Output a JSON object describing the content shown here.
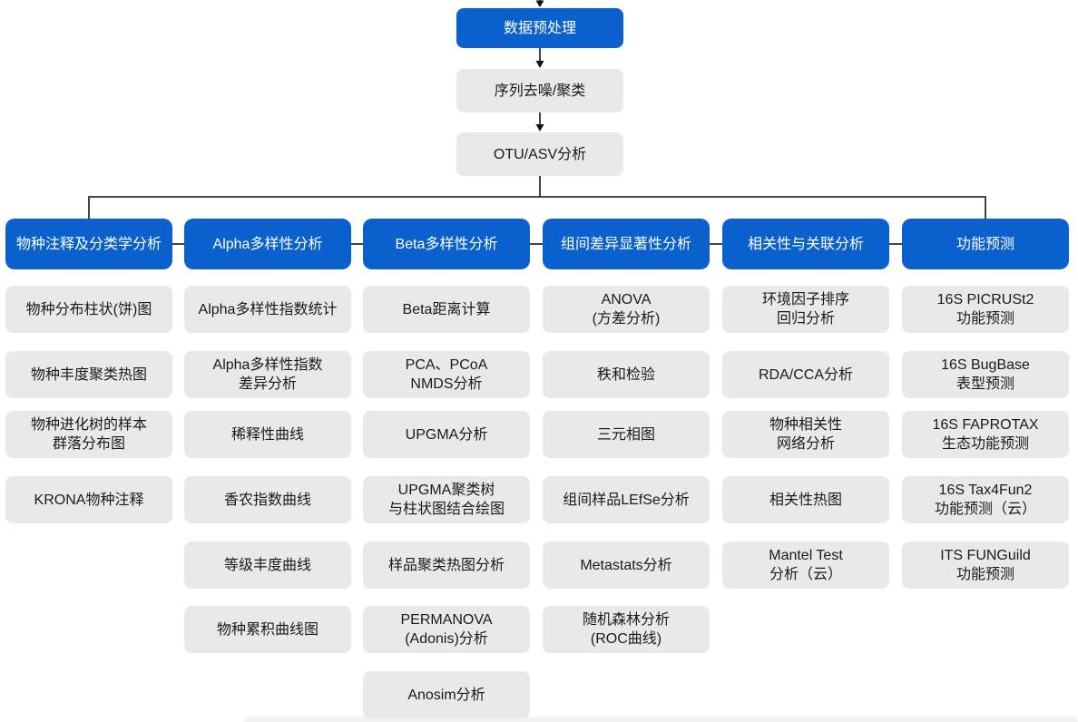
{
  "colors": {
    "accent_blue": "#0a61cd",
    "box_gray": "#e9e9e9",
    "line": "#2f2f2f",
    "arrow": "#111111",
    "text_dark": "#1a1a1a",
    "text_light": "#ffffff",
    "cropped_strip": "#f2f2f2"
  },
  "top_flow": {
    "nodes": [
      {
        "label": "数据预处理"
      },
      {
        "label": "序列去噪/聚类"
      },
      {
        "label": "OTU/ASV分析"
      }
    ]
  },
  "columns": [
    {
      "key": "taxonomy-annotation",
      "header": "物种注释及分类学分析",
      "items": [
        "物种分布柱状(饼)图",
        "物种丰度聚类热图",
        "物种进化树的样本\n群落分布图",
        "KRONA物种注释"
      ]
    },
    {
      "key": "alpha-diversity",
      "header": "Alpha多样性分析",
      "items": [
        "Alpha多样性指数统计",
        "Alpha多样性指数\n差异分析",
        "稀释性曲线",
        "香农指数曲线",
        "等级丰度曲线",
        "物种累积曲线图"
      ]
    },
    {
      "key": "beta-diversity",
      "header": "Beta多样性分析",
      "items": [
        "Beta距离计算",
        "PCA、PCoA\nNMDS分析",
        "UPGMA分析",
        "UPGMA聚类树\n与柱状图结合绘图",
        "样品聚类热图分析",
        "PERMANOVA\n(Adonis)分析",
        "Anosim分析"
      ]
    },
    {
      "key": "group-difference",
      "header": "组间差异显著性分析",
      "items": [
        "ANOVA\n(方差分析)",
        "秩和检验",
        "三元相图",
        "组间样品LEfSe分析",
        "Metastats分析",
        "随机森林分析\n(ROC曲线)"
      ]
    },
    {
      "key": "correlation-association",
      "header": "相关性与关联分析",
      "items": [
        "环境因子排序\n回归分析",
        "RDA/CCA分析",
        "物种相关性\n网络分析",
        "相关性热图",
        "Mantel Test\n分析（云）"
      ]
    },
    {
      "key": "function-prediction",
      "header": "功能预测",
      "items": [
        "16S PICRUSt2\n功能预测",
        "16S BugBase\n表型预测",
        "16S FAPROTAX\n生态功能预测",
        "16S Tax4Fun2\n功能预测（云）",
        "ITS FUNGuild\n功能预测"
      ]
    }
  ]
}
